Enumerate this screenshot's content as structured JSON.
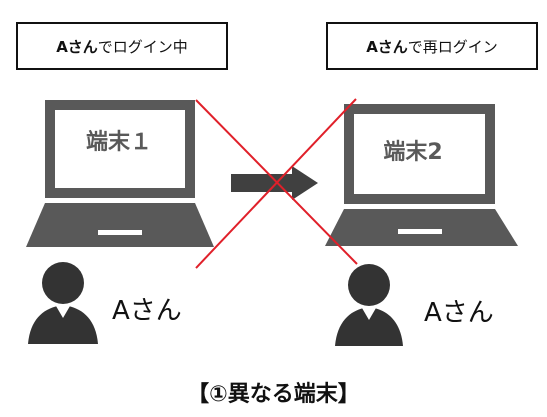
{
  "status_left": {
    "user": "Aさん",
    "text": "でログイン中"
  },
  "status_right": {
    "user": "Aさん",
    "text": "で再ログイン"
  },
  "device_left": {
    "label": "端末１"
  },
  "device_right": {
    "label": "端末2"
  },
  "user_left": {
    "name": "Aさん"
  },
  "user_right": {
    "name": "Aさん"
  },
  "caption": "【①異なる端末】",
  "colors": {
    "device": "#595959",
    "cross": "#e0202a",
    "arrow": "#404040"
  },
  "icons": [
    "laptop-icon",
    "arrow-right-icon",
    "cross-mark-icon",
    "person-icon"
  ]
}
